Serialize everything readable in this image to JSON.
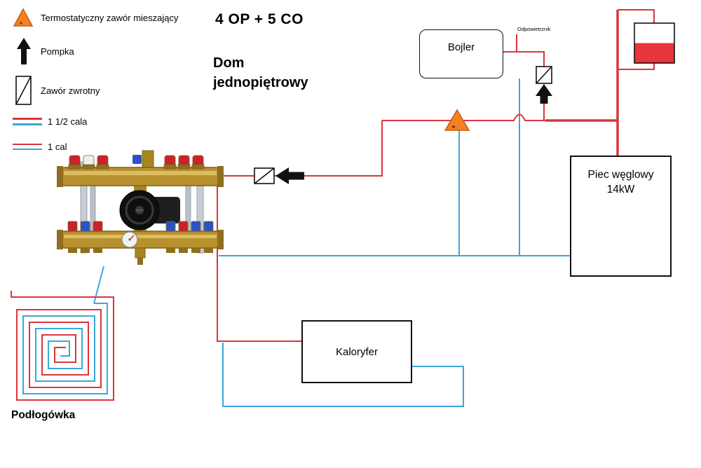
{
  "colors": {
    "hot": "#d9363c",
    "cold": "#3aa8d9",
    "accent_orange": "#f5821f",
    "flag_red": "#e8353b"
  },
  "header": {
    "title": "4 OP + 5 CO",
    "subtitle": "Dom jednopiętrowy"
  },
  "legend": {
    "mixing_valve": "Termostatyczny zawór mieszający",
    "pump": "Pompka",
    "check_valve": "Zawór zwrotny",
    "pipe_large": "1 1/2 cala",
    "pipe_small": "1 cal"
  },
  "labels": {
    "boiler": "Bojler",
    "air_vent": "Odpowietrznik",
    "furnace_line1": "Piec węglowy",
    "furnace_line2": "14kW",
    "radiator": "Kaloryfer",
    "underfloor": "Podłogówka"
  }
}
